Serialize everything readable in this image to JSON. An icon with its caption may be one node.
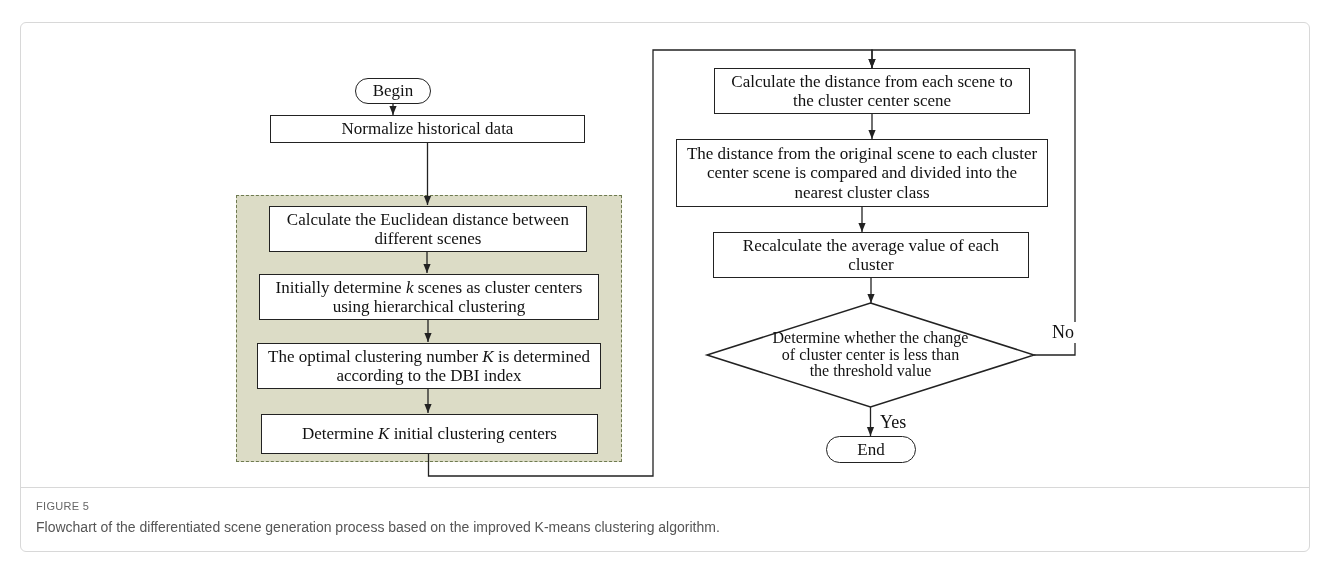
{
  "diagram": {
    "title": "FIGURE 5",
    "caption": "Flowchart of the differentiated scene generation process based on the improved K-means clustering algorithm.",
    "nodes": [
      {
        "text": [
          "Begin"
        ]
      },
      {
        "text": [
          "Normalize historical data"
        ]
      },
      {
        "text": [],
        "shape": "box"
      },
      {
        "text": [
          "Calculate the Euclidean distance between different scenes"
        ],
        "in": 2
      },
      {
        "text": [
          "Initially determine *k* scenes as cluster centers using hierarchical clustering"
        ],
        "in": 2
      },
      {
        "text": [
          "The optimal clustering number *K* is determined according to the DBI index"
        ],
        "in": 2
      },
      {
        "text": [
          "Determine *K* initial clustering centers"
        ],
        "in": 2
      },
      {
        "text": [
          "Calculate the distance from each scene to the cluster center scene"
        ]
      },
      {
        "text": [
          "The distance from the original scene to each cluster center scene is compared and divided into the nearest cluster class"
        ]
      },
      {
        "text": [
          "Recalculate the average value of each cluster"
        ]
      },
      {
        "text": [
          "Determine whether the change of cluster center is less than the threshold value"
        ]
      },
      {
        "text": [
          "End"
        ]
      }
    ],
    "edges": [
      {
        "from": 0,
        "to": 1,
        "arrow": "to"
      },
      {
        "from": 1,
        "to": 3,
        "arrow": "to"
      },
      {
        "from": 3,
        "to": 4,
        "arrow": "to"
      },
      {
        "from": 4,
        "to": 5,
        "arrow": "to"
      },
      {
        "from": 5,
        "to": 6,
        "arrow": "to"
      },
      {
        "from": 6,
        "to": 7,
        "arrow": "to"
      },
      {
        "from": 7,
        "to": 8,
        "arrow": "to"
      },
      {
        "from": 8,
        "to": 9,
        "arrow": "to"
      },
      {
        "from": 9,
        "to": 10,
        "arrow": "to"
      },
      {
        "from": 10,
        "to": 7,
        "arrow": "to",
        "label": "No"
      },
      {
        "from": 10,
        "to": 11,
        "arrow": "to",
        "label": "Yes"
      }
    ]
  }
}
